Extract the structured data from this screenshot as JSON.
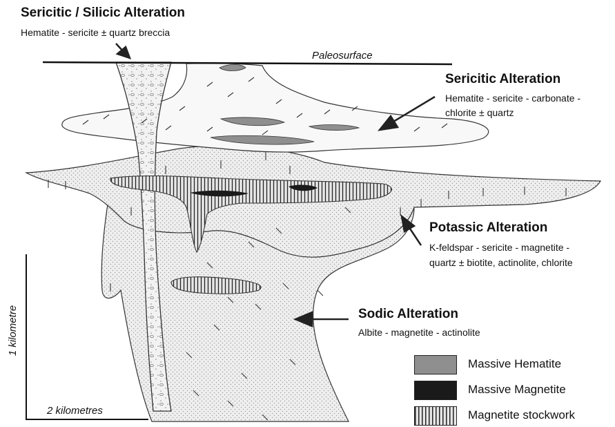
{
  "labels": {
    "paleosurface": "Paleosurface",
    "scale_vertical": "1 kilometre",
    "scale_horizontal": "2 kilometres"
  },
  "zones": {
    "silicic": {
      "title": "Sericitic / Silicic Alteration",
      "desc": "Hematite - sericite ± quartz breccia"
    },
    "sericitic": {
      "title": "Sericitic Alteration",
      "desc_line1": "Hematite - sericite - carbonate -",
      "desc_line2": "chlorite ± quartz"
    },
    "potassic": {
      "title": "Potassic Alteration",
      "desc_line1": "K-feldspar - sericite - magnetite -",
      "desc_line2": "quartz ± biotite, actinolite, chlorite"
    },
    "sodic": {
      "title": "Sodic Alteration",
      "desc": "Albite - magnetite - actinolite"
    }
  },
  "legend": [
    {
      "label": "Massive Hematite",
      "fill": "#8f8f8f"
    },
    {
      "label": "Massive Magnetite",
      "fill": "#1a1a1a"
    },
    {
      "label": "Magnetite stockwork",
      "fill": "stripes"
    }
  ]
}
